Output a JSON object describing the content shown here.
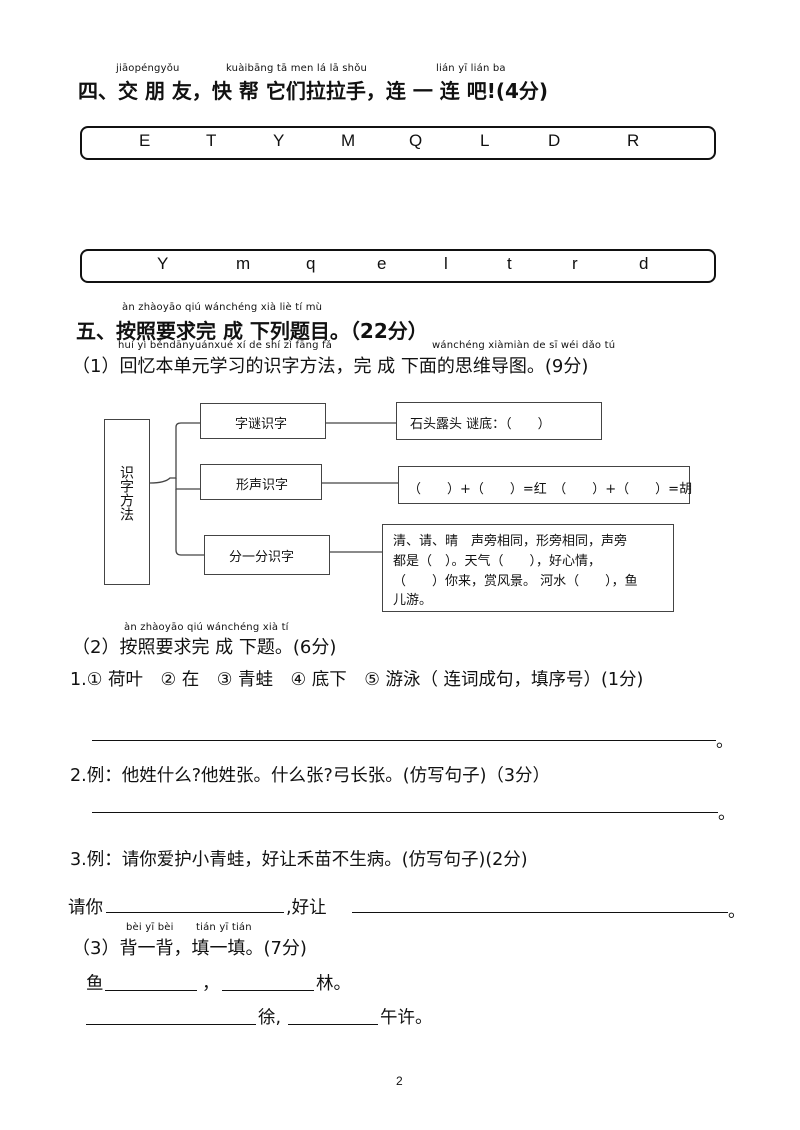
{
  "section4": {
    "pinyin": [
      "jiāopéngyǒu",
      "kuàibāng tā men lá lā shǒu",
      "lián yī lián ba"
    ],
    "title": "四、交 朋 友，快 帮 它们拉拉手，连 一 连 吧!(4分)",
    "upper_letters": [
      "E",
      "T",
      "Y",
      "M",
      "Q",
      "L",
      "D",
      "R"
    ],
    "lower_letters": [
      "Y",
      "m",
      "q",
      "e",
      "l",
      "t",
      "r",
      "d"
    ]
  },
  "section5": {
    "pinyin_1": "àn zhàoyāo qiú wánchéng xià liè tí mù",
    "title": "五、按照要求完 成 下列题目。（22分）",
    "part1_pinyin_a": "huí yì běndānyuánxué xí de shí zì fāng fǎ",
    "part1_pinyin_b": "wánchéng xiàmiàn de sī wéi dǎo tú",
    "part1": "（1）回忆本单元学习的识字方法，完 成 下面的思维导图。(9分)",
    "mindmap": {
      "root": "识字方法",
      "branches": [
        "字谜识字",
        "形声识字",
        "分一分识字"
      ],
      "leaf1": "石头露头  谜底：（　　）",
      "leaf2": "（　　）+（　　）=红　（　　）+（　　）=胡",
      "leaf3_lines": [
        "清、请、晴　声旁相同，形旁相同，声旁",
        "都是（　）。天气（　　），好心情，",
        "（　　）你来，赏风景。 河水（　　），鱼",
        "儿游。"
      ]
    },
    "part2_pinyin": "àn zhàoyāo qiú wánchéng xià tí",
    "part2": "（2）按照要求完 成 下题。(6分)",
    "q1": "1.① 荷叶　② 在　③ 青蛙　④ 底下　⑤ 游泳（ 连词成句，填序号）(1分)",
    "q2": "2.例：他姓什么?他姓张。什么张?弓长张。(仿写句子)（3分）",
    "q3": "3.例：请你爱护小青蛙，好让禾苗不生病。(仿写句子)(2分)",
    "q3_fill_a": "请你",
    "q3_fill_b": ",好让",
    "period": "。",
    "part3_pinyin_a": "bèi yī bèi",
    "part3_pinyin_b": "tián yī tián",
    "part3": "（3）背一背，填一填。(7分)",
    "recite_1a": "鱼",
    "recite_1b": "，",
    "recite_1c": "林。",
    "recite_2a": "徐,",
    "recite_2b": "午许。"
  },
  "page_number": "2"
}
